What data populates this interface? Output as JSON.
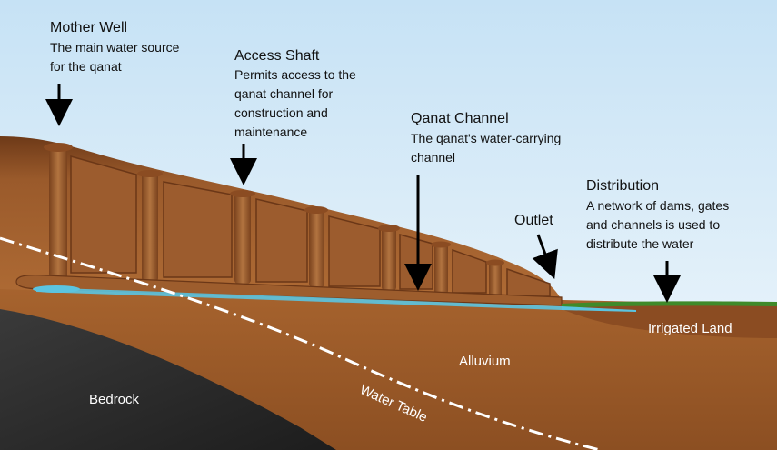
{
  "labels": {
    "mother_well": {
      "title": "Mother Well",
      "lines": [
        "The main water source",
        "for the qanat"
      ]
    },
    "access_shaft": {
      "title": "Access Shaft",
      "lines": [
        "Permits access to the",
        "qanat channel for",
        "construction and",
        "maintenance"
      ]
    },
    "qanat_channel": {
      "title": "Qanat Channel",
      "lines": [
        "The qanat's water-carrying",
        "channel"
      ]
    },
    "outlet": {
      "title": "Outlet"
    },
    "distribution": {
      "title": "Distribution",
      "lines": [
        "A network of dams, gates",
        "and channels is used to",
        "distribute the water"
      ]
    },
    "irrigated_land": "Irrigated Land",
    "alluvium": "Alluvium",
    "bedrock": "Bedrock",
    "water_table": "Water Table"
  },
  "colors": {
    "sky_top": "#c6e2f5",
    "sky_bottom": "#eef6fb",
    "soil_surface": "#8a4f25",
    "soil_light": "#b7763f",
    "alluvium": "#a9652f",
    "bedrock": "#2b2b2b",
    "water": "#5bc4e0",
    "grass": "#3f8a2a"
  }
}
